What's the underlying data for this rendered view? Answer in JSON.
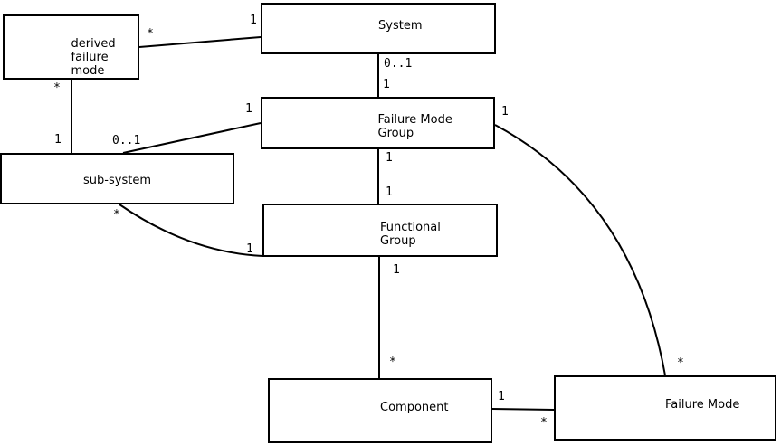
{
  "diagram": {
    "background_color": "#ffffff",
    "line_color": "#000000",
    "box_border_color": "#000000",
    "box_fill_color": "#ffffff",
    "text_color": "#000000",
    "nodes": {
      "derived_failure_mode": {
        "lines": [
          "derived",
          "failure",
          "mode"
        ]
      },
      "system": {
        "lines": [
          "System"
        ]
      },
      "failure_mode_group": {
        "lines": [
          "Failure Mode",
          "Group"
        ]
      },
      "sub_system": {
        "lines": [
          "sub-system"
        ]
      },
      "functional_group": {
        "lines": [
          "Functional",
          "Group"
        ]
      },
      "component": {
        "lines": [
          "Component"
        ]
      },
      "failure_mode": {
        "lines": [
          "Failure Mode"
        ]
      }
    },
    "edges": {
      "dfm_system": {
        "from": "derived failure mode",
        "to": "System",
        "from_card": "*",
        "to_card": "1"
      },
      "dfm_subsystem": {
        "from": "derived failure mode",
        "to": "sub-system",
        "from_card": "*",
        "to_card": "1"
      },
      "system_fmg": {
        "from": "System",
        "to": "Failure Mode Group",
        "from_card": "0..1",
        "to_card": "1"
      },
      "subsystem_fmg": {
        "from": "sub-system",
        "to": "Failure Mode Group",
        "from_card": "0..1",
        "to_card": "1"
      },
      "fmg_fg": {
        "from": "Failure Mode Group",
        "to": "Functional Group",
        "from_card": "1",
        "to_card": "1"
      },
      "subsystem_fg": {
        "from": "sub-system",
        "to": "Functional Group",
        "from_card": "*",
        "to_card": "1"
      },
      "fmg_fm": {
        "from": "Failure Mode Group",
        "to": "Failure Mode",
        "from_card": "1",
        "to_card": "*"
      },
      "fg_component": {
        "from": "Functional Group",
        "to": "Component",
        "from_card": "1",
        "to_card": "*"
      },
      "component_fm": {
        "from": "Component",
        "to": "Failure Mode",
        "from_card": "1",
        "to_card": "*"
      }
    }
  }
}
